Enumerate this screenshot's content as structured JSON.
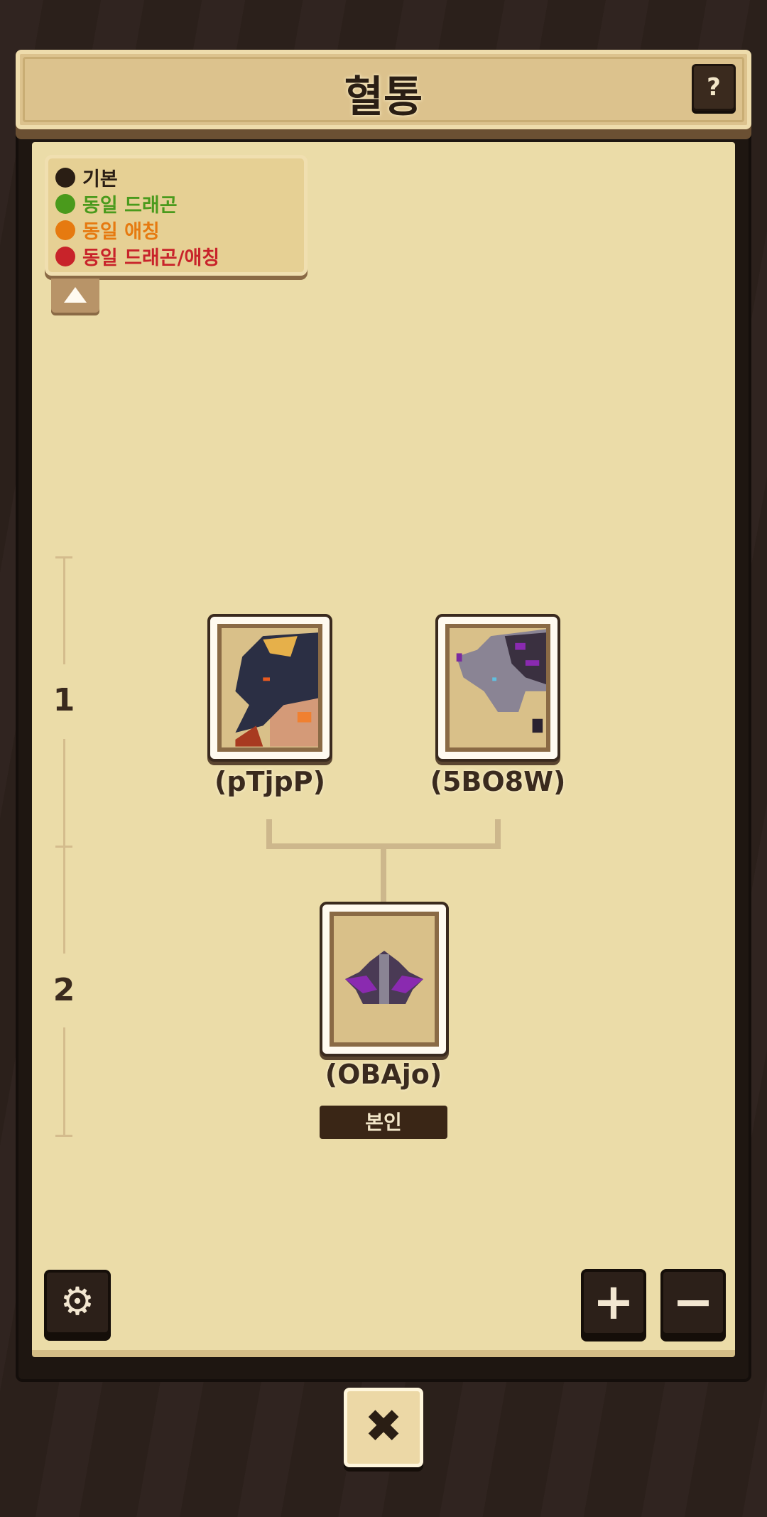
{
  "header": {
    "title": "혈통",
    "help_label": "?"
  },
  "legend": {
    "items": [
      {
        "label": "기본",
        "color": "#2a1e14"
      },
      {
        "label": "동일 드래곤",
        "color": "#4a9a1c"
      },
      {
        "label": "동일 애칭",
        "color": "#e67a10"
      },
      {
        "label": "동일 드래곤/애칭",
        "color": "#c8232a"
      }
    ]
  },
  "generations": [
    "1",
    "2"
  ],
  "tree": {
    "parents": [
      {
        "name": "(pTjpP)",
        "icon": "dark-dragon-portrait"
      },
      {
        "name": "(5BO8W)",
        "icon": "purple-gray-dragon-portrait"
      }
    ],
    "child": {
      "name": "(OBAjo)",
      "icon": "dragon-egg",
      "badge": "본인"
    }
  },
  "controls": {
    "settings": "gear-icon",
    "zoom_in": "+",
    "zoom_out": "−",
    "close": "✖"
  }
}
